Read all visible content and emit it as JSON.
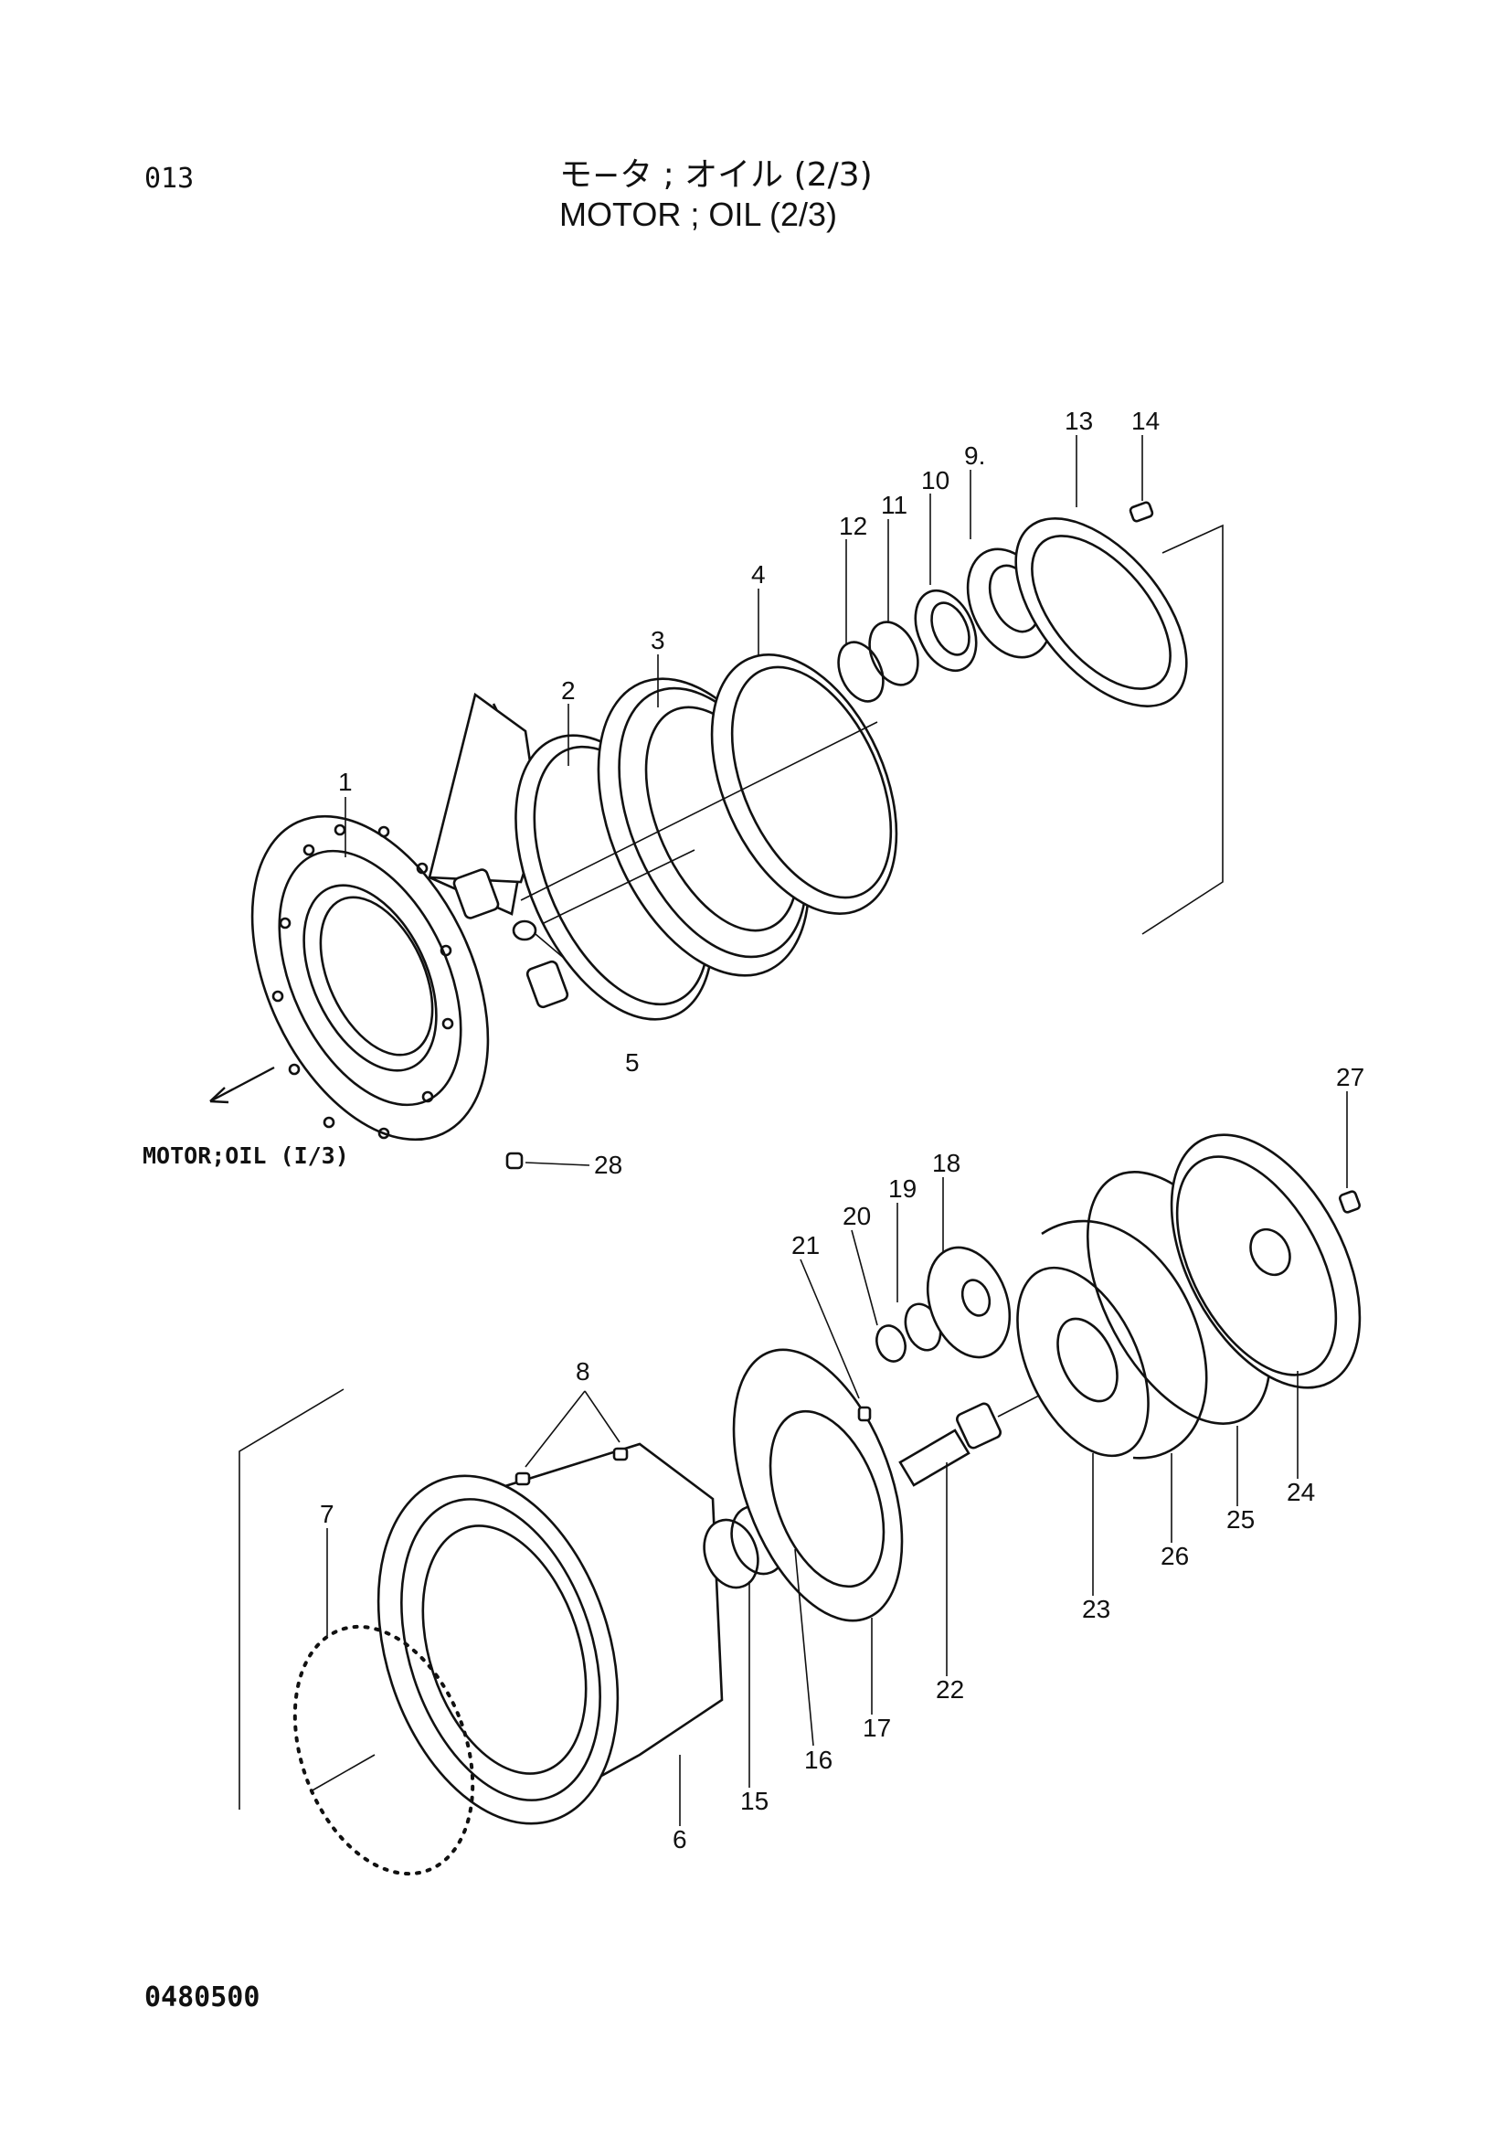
{
  "header": {
    "page_number": "013",
    "title_jp": "モ−タ ; オイル (2/3)",
    "title_en": "MOTOR ; OIL (2/3)"
  },
  "footer": {
    "code": "0480500"
  },
  "reference": {
    "label": "MOTOR;OIL (I/3)"
  },
  "callouts": [
    "1",
    "2",
    "3",
    "4",
    "5",
    "6",
    "7",
    "8",
    "9.",
    "10",
    "11",
    "12",
    "13",
    "14",
    "15",
    "16",
    "17",
    "18",
    "19",
    "20",
    "21",
    "22",
    "23",
    "24",
    "25",
    "26",
    "27",
    "28"
  ]
}
